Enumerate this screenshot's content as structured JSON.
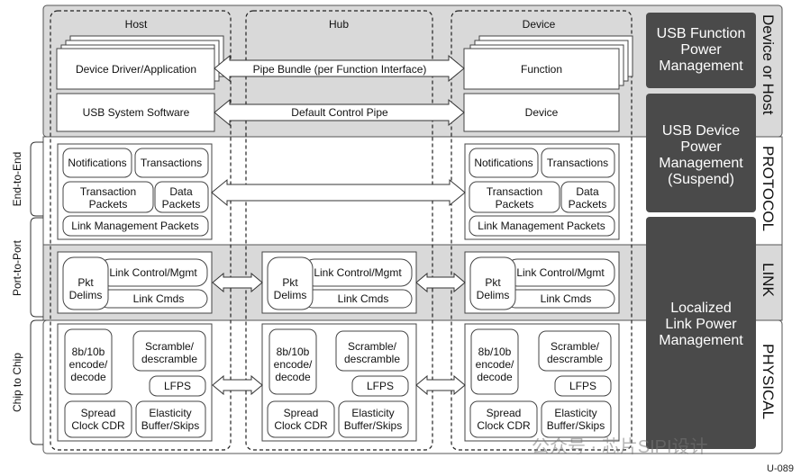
{
  "columns": {
    "host": "Host",
    "hub": "Hub",
    "device": "Device"
  },
  "pipes": {
    "pipe_bundle": "Pipe Bundle (per Function Interface)",
    "default_control_pipe": "Default Control Pipe"
  },
  "host_stack": {
    "driver": "Device Driver/Application",
    "system_software": "USB System Software"
  },
  "device_stack": {
    "function": "Function",
    "device": "Device"
  },
  "protocol": {
    "notifications": "Notifications",
    "transactions": "Transactions",
    "transaction_packets": [
      "Transaction",
      "Packets"
    ],
    "data_packets": [
      "Data",
      "Packets"
    ],
    "link_mgmt_packets": "Link Management Packets"
  },
  "link": {
    "pkt_delims": [
      "Pkt",
      "Delims"
    ],
    "link_control": "Link Control/Mgmt",
    "link_cmds": "Link Cmds"
  },
  "physical": {
    "encode": [
      "8b/10b",
      "encode/",
      "decode"
    ],
    "scramble": [
      "Scramble/",
      "descramble"
    ],
    "lfps": "LFPS",
    "spread": [
      "Spread",
      "Clock CDR"
    ],
    "elasticity": [
      "Elasticity",
      "Buffer/Skips"
    ]
  },
  "scopes": {
    "end_to_end": "End-to-End",
    "port_to_port": "Port-to-Port",
    "chip_to_chip": "Chip to Chip"
  },
  "layers": {
    "device_or_host": "Device or Host",
    "protocol": "PROTOCOL",
    "link": "LINK",
    "physical": "PHYSICAL"
  },
  "power": {
    "function": [
      "USB Function",
      "Power",
      "Management"
    ],
    "device": [
      "USB Device",
      "Power",
      "Management",
      "(Suspend)"
    ],
    "link": [
      "Localized",
      "Link Power",
      "Management"
    ]
  },
  "watermark": "公众号 · 芯片SIPI设计",
  "figure_id": "U-089",
  "colors": {
    "band_gray": "#d9d9d9",
    "power_box": "#4a4a4a",
    "border": "#333333"
  }
}
